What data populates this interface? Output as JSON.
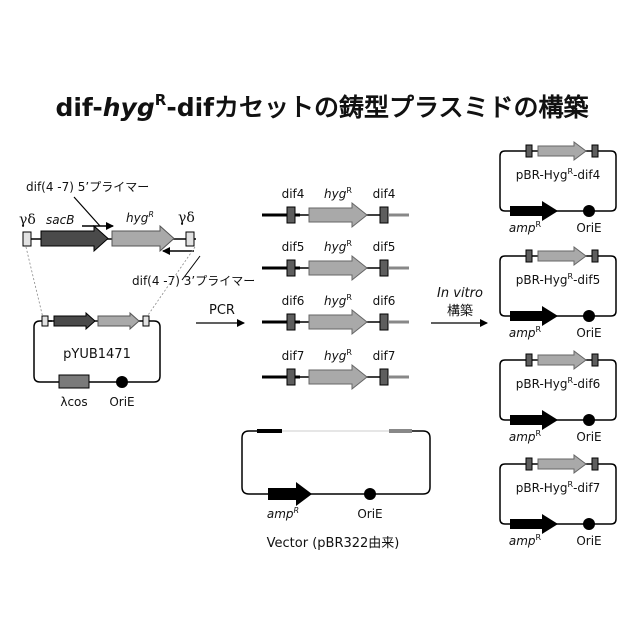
{
  "title": {
    "prefix": "dif-",
    "gene": "hyg",
    "sup": "R",
    "suffix": "-difカセットの鋳型プラスミドの構築"
  },
  "source": {
    "primer5": "dif(4 -7) 5’プライマー",
    "primer3": "dif(4 -7) 3’プライマー",
    "gd": "γδ",
    "sacB": "sacB",
    "hyg": "hyg",
    "R": "R",
    "plasmid_name": "pYUB1471",
    "lambda_cos": "λcos",
    "ori": "OriE"
  },
  "pcr_label": "PCR",
  "invitro": {
    "line1": "In vitro",
    "line2": "構築"
  },
  "cassettes": [
    {
      "left": "dif4",
      "gene": "hyg",
      "sup": "R",
      "right": "dif4"
    },
    {
      "left": "dif5",
      "gene": "hyg",
      "sup": "R",
      "right": "dif5"
    },
    {
      "left": "dif6",
      "gene": "hyg",
      "sup": "R",
      "right": "dif6"
    },
    {
      "left": "dif7",
      "gene": "hyg",
      "sup": "R",
      "right": "dif7"
    }
  ],
  "vector": {
    "amp": "amp",
    "sup": "R",
    "ori": "OriE",
    "caption": "Vector (pBR322由来)"
  },
  "products": [
    {
      "name_a": "pBR-Hyg",
      "name_sup": "R",
      "name_b": "-dif4",
      "amp": "amp",
      "amp_sup": "R",
      "ori": "OriE"
    },
    {
      "name_a": "pBR-Hyg",
      "name_sup": "R",
      "name_b": "-dif5",
      "amp": "amp",
      "amp_sup": "R",
      "ori": "OriE"
    },
    {
      "name_a": "pBR-Hyg",
      "name_sup": "R",
      "name_b": "-dif6",
      "amp": "amp",
      "amp_sup": "R",
      "ori": "OriE"
    },
    {
      "name_a": "pBR-Hyg",
      "name_sup": "R",
      "name_b": "-dif7",
      "amp": "amp",
      "amp_sup": "R",
      "ori": "OriE"
    }
  ],
  "colors": {
    "sacB": "#4a4a4a",
    "hyg": "#a9a9a9",
    "dif_box": "#5e5e5e",
    "gd_box": "#e2e2e2",
    "lambda_cos": "#7a7a7a",
    "amp": "#000000",
    "dif_tail": "#888888"
  }
}
